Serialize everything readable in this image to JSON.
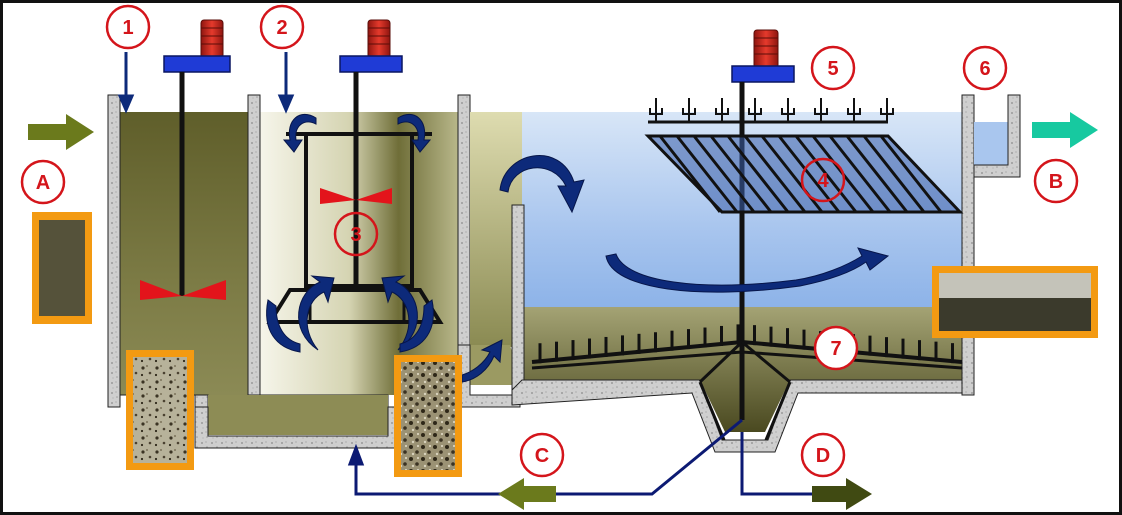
{
  "diagram": {
    "stage_labels": [
      "1",
      "2",
      "3",
      "4",
      "5",
      "6",
      "7"
    ],
    "stream_labels": [
      "A",
      "B",
      "C",
      "D"
    ],
    "colors": {
      "label_red": "#d4151b",
      "frame": "#111111",
      "motor_red": "#d42a1e",
      "motor_base": "#1f3bd6",
      "impeller": "#e3141b",
      "flow_arrow": "#0d2a7a",
      "pipe": "#0c1a73",
      "wall_grey": "#c8c8c8",
      "water_blue": "#a9c6ee",
      "sludge_olive": "#6b6a32",
      "inflow_arrow": "#6b7a1c",
      "outflow_arrow": "#17c9a0",
      "recycle_arrow": "#6b7a1c",
      "waste_arrow": "#404a12",
      "sample_border": "#f39a12"
    },
    "icons": [
      "motor-icon",
      "impeller-icon",
      "flow-arrow-icon"
    ]
  }
}
